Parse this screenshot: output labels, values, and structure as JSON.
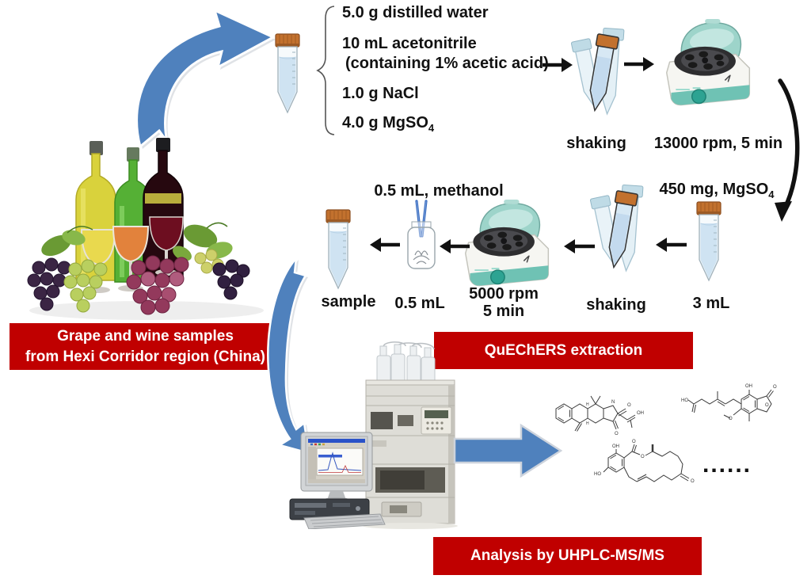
{
  "title": "QuEChERS extraction and UHPLC-MS/MS analysis workflow",
  "reagent_list": {
    "water": "5.0 g distilled water",
    "acetonitrile": "10 mL acetonitrile",
    "acetonitrile_note": "(containing 1% acetic acid)",
    "nacl": "1.0 g NaCl",
    "mgso4": "4.0 g MgSO",
    "mgso4_sub": "4"
  },
  "labels": {
    "shaking1": "shaking",
    "centrifuge1": "13000 rpm, 5 min",
    "mgso4_450": "450 mg, MgSO",
    "mgso4_450_sub": "4",
    "tube_3ml": "3 mL",
    "shaking2": "shaking",
    "centrifuge2_rpm": "5000 rpm",
    "centrifuge2_time": "5 min",
    "methanol": "0.5 mL, methanol",
    "vial_05ml": "0.5 mL",
    "sample": "sample",
    "ellipsis": "......"
  },
  "banners": {
    "samples_line1": "Grape and wine samples",
    "samples_line2": "from Hexi Corridor region (China)",
    "quechers": "QuEChERS extraction",
    "analysis": "Analysis by UHPLC-MS/MS"
  },
  "chem_labels": {
    "oh": "OH",
    "ho": "HO",
    "o": "O",
    "n": "N",
    "h": "H"
  },
  "colors": {
    "banner_red": "#c00000",
    "banner_text": "#ffffff",
    "arrow_blue": "#4f81bd",
    "flow_arrow_black": "#111111",
    "centrifuge_teal": "#8fd0c6",
    "centrifuge_knob": "#2da392",
    "tube_cap_orange": "#c2712e",
    "tube_liquid": "#cfe3f2"
  }
}
